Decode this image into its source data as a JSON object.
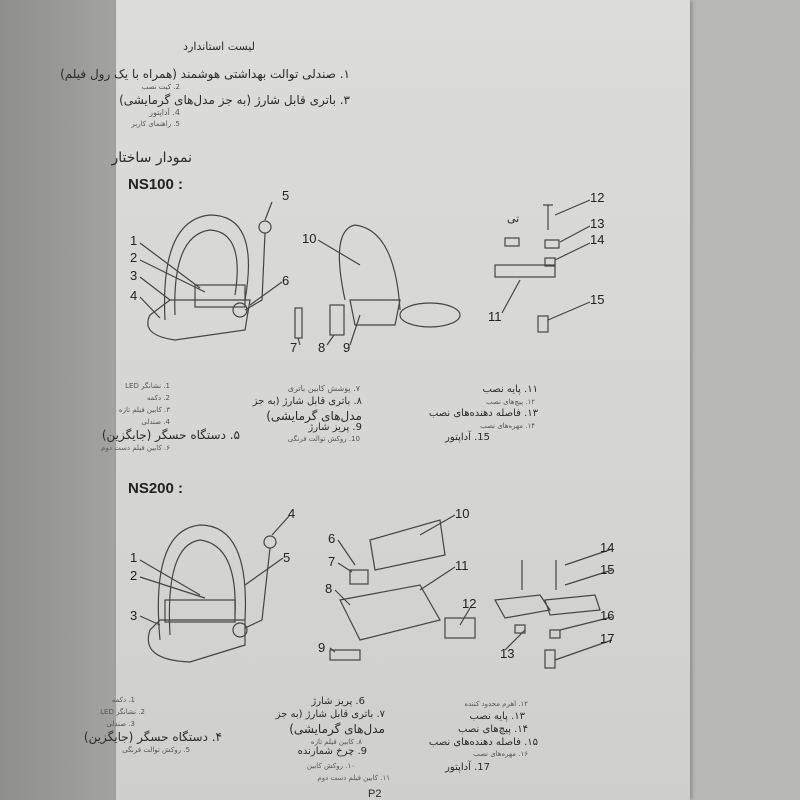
{
  "header": {
    "title": "لیست استاندارد"
  },
  "standard_list": [
    "۱. صندلی توالت بهداشتی هوشمند (همراه با یک رول فیلم)",
    "2. کیت نصب",
    "۳. باتری قابل شارژ (به جز مدل‌های گرمایشی)",
    "4. آداپتور",
    "5. راهنمای کاربر"
  ],
  "structure_title": "نمودار ساختار",
  "ns100": {
    "label": "NS100 :",
    "callouts": [
      "1",
      "2",
      "3",
      "4",
      "5",
      "6",
      "7",
      "8",
      "9",
      "10",
      "11",
      "12",
      "13",
      "14",
      "15"
    ],
    "tee_label": "تی",
    "col1": [
      "1. نشانگر LED",
      "2. دکمه",
      "۳. کابین فیلم تازه",
      "4. صندلی",
      "۵. دستگاه حسگر (جایگزین)",
      "۶. کابین فیلم دست دوم"
    ],
    "col2": [
      "۷. پوشش کابین باتری",
      "۸. باتری قابل شارژ (به جز",
      "مدل‌های گرمایشی)",
      "9. پریز شارژ",
      "10. روکش توالت فرنگی"
    ],
    "col3": [
      "۱۱. پایه نصب",
      "۱۲. پیچ‌های نصب",
      "۱۳. فاصله دهنده‌های نصب",
      "۱۴. مهره‌های نصب",
      "15. آداپتور"
    ]
  },
  "ns200": {
    "label": "NS200 :",
    "callouts": [
      "1",
      "2",
      "3",
      "4",
      "5",
      "6",
      "7",
      "8",
      "9",
      "10",
      "11",
      "12",
      "13",
      "14",
      "15",
      "16",
      "17"
    ],
    "col1": [
      "1. دکمه",
      "2. نشانگر LED",
      "3. صندلی",
      "۴. دستگاه حسگر (جایگزین)",
      "5. روکش توالت فرنگی"
    ],
    "col2": [
      "6. پریز شارژ",
      "۷. باتری قابل شارژ (به جز",
      "مدل‌های گرمایشی)",
      "۸. کابین فیلم تازه",
      "9. چرخ شمارنده",
      "۱۰. روکش کابین",
      "۱۱. کابین فیلم دست دوم"
    ],
    "col3": [
      "۱۲. اهرم محدود کننده",
      "۱۳. پایه نصب",
      "۱۴. پیچ‌های نصب",
      "۱۵. فاصله دهنده‌های نصب",
      "۱۶. مهره‌های نصب",
      "17. آداپتور"
    ]
  },
  "footer": {
    "page": "P2"
  }
}
